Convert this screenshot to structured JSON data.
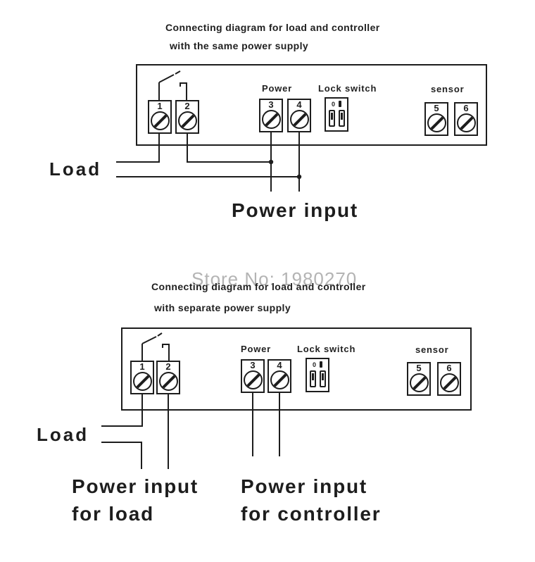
{
  "colors": {
    "line": "#1d1d1d",
    "background": "#ffffff",
    "watermark": "#b4b4b4"
  },
  "watermark_text": "Store No: 1980270",
  "diagram_same_supply": {
    "title_line1": "Connecting diagram for load and controller",
    "title_line2": "with the same power supply",
    "power_label": "Power",
    "lock_switch_label": "Lock switch",
    "sensor_label": "sensor",
    "load_label": "Load",
    "power_input_label": "Power input",
    "terminals": [
      "1",
      "2",
      "3",
      "4",
      "5",
      "6"
    ],
    "lock_markings": {
      "zero": "0",
      "one": "1"
    }
  },
  "diagram_separate_supply": {
    "title_line1": "Connecting diagram for load and controller",
    "title_line2": "with separate power supply",
    "power_label": "Power",
    "lock_switch_label": "Lock switch",
    "sensor_label": "sensor",
    "load_label": "Load",
    "power_input_load_line1": "Power input",
    "power_input_load_line2": "for load",
    "power_input_controller_line1": "Power input",
    "power_input_controller_line2": "for controller",
    "terminals": [
      "1",
      "2",
      "3",
      "4",
      "5",
      "6"
    ],
    "lock_markings": {
      "zero": "0",
      "one": "1"
    }
  }
}
